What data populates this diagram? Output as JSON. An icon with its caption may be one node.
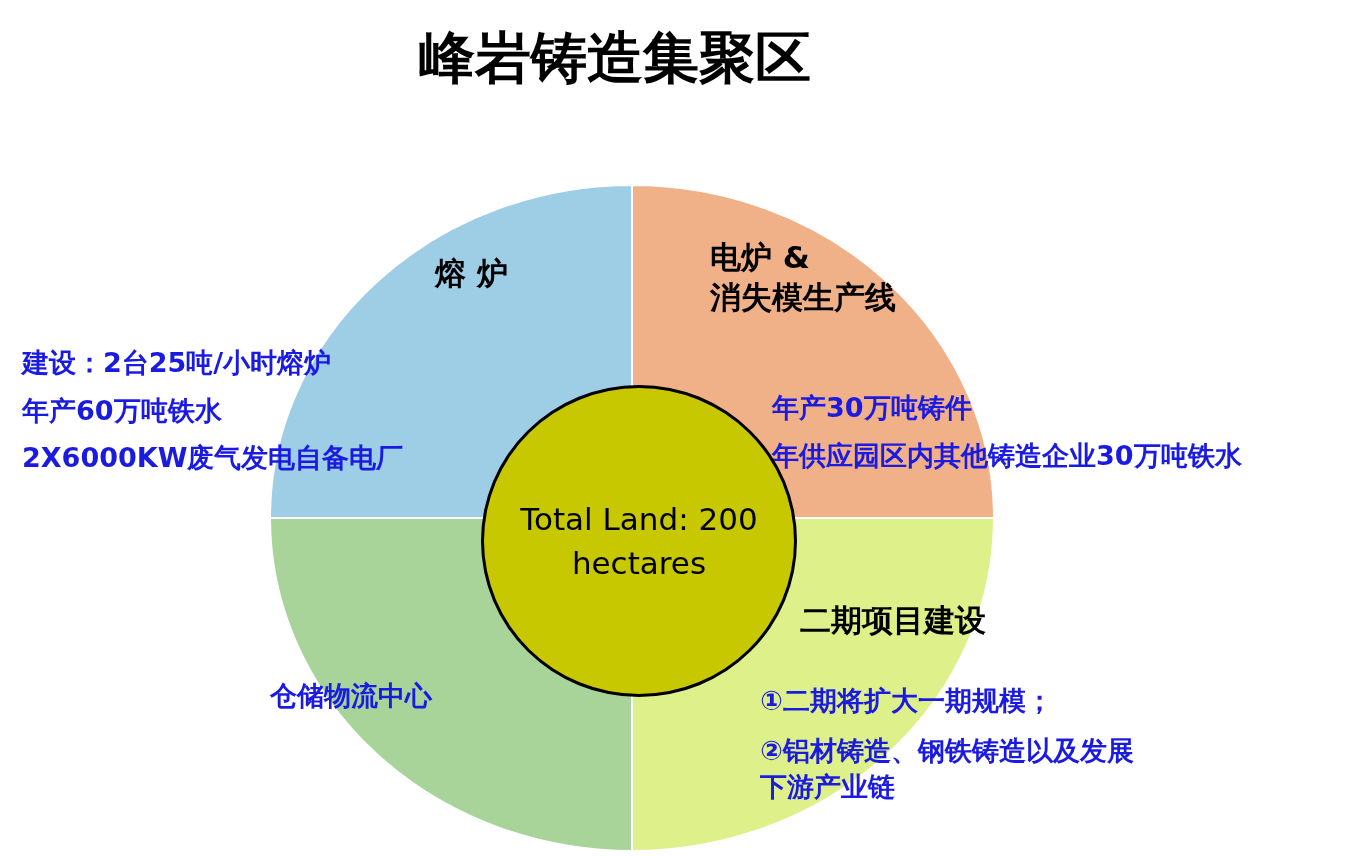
{
  "diagram": {
    "title": "峰岩铸造集聚区",
    "nodes": [
      {
        "text": [
          "熔 炉",
          "建设：2台25吨/小时熔炉",
          "年产60万吨铁水",
          "2X6000KW废气发电自备电厂"
        ]
      },
      {
        "text": [
          "电炉 & 消失模生产线",
          "年产30万吨铸件",
          "年供应园区内其他铸造企业30万吨铁水"
        ]
      },
      {
        "text": [
          "Total Land: 200 hectares"
        ]
      },
      {
        "text": [
          "二期项目建设",
          "①二期将扩大一期规模；",
          "②铝材铸造、钢铁铸造以及发展下游产业链"
        ]
      },
      {
        "text": [
          "仓储物流中心"
        ]
      }
    ],
    "edges": []
  }
}
